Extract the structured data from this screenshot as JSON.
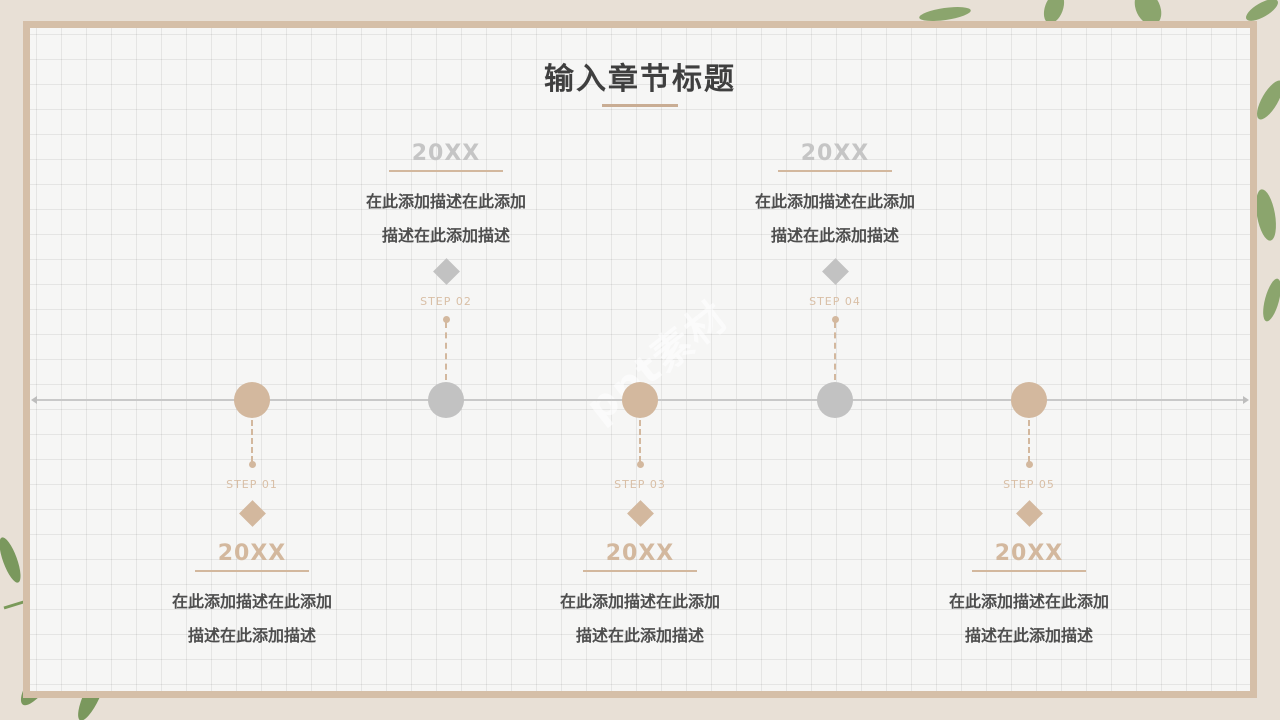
{
  "title": "输入章节标题",
  "watermark": "ppt素材",
  "steps": [
    {
      "step": "STEP   01",
      "year": "20XX",
      "desc_line1": "在此添加描述在此添加",
      "desc_line2": "描述在此添加描述"
    },
    {
      "step": "STEP   02",
      "year": "20XX",
      "desc_line1": "在此添加描述在此添加",
      "desc_line2": "描述在此添加描述"
    },
    {
      "step": "STEP   03",
      "year": "20XX",
      "desc_line1": "在此添加描述在此添加",
      "desc_line2": "描述在此添加描述"
    },
    {
      "step": "STEP   04",
      "year": "20XX",
      "desc_line1": "在此添加描述在此添加",
      "desc_line2": "描述在此添加描述"
    },
    {
      "step": "STEP   05",
      "year": "20XX",
      "desc_line1": "在此添加描述在此添加",
      "desc_line2": "描述在此添加描述"
    }
  ],
  "colors": {
    "accent": "#d3b89e",
    "muted": "#c2c2c2",
    "text": "#4e4e4e",
    "frame": "#d5bfa8"
  }
}
